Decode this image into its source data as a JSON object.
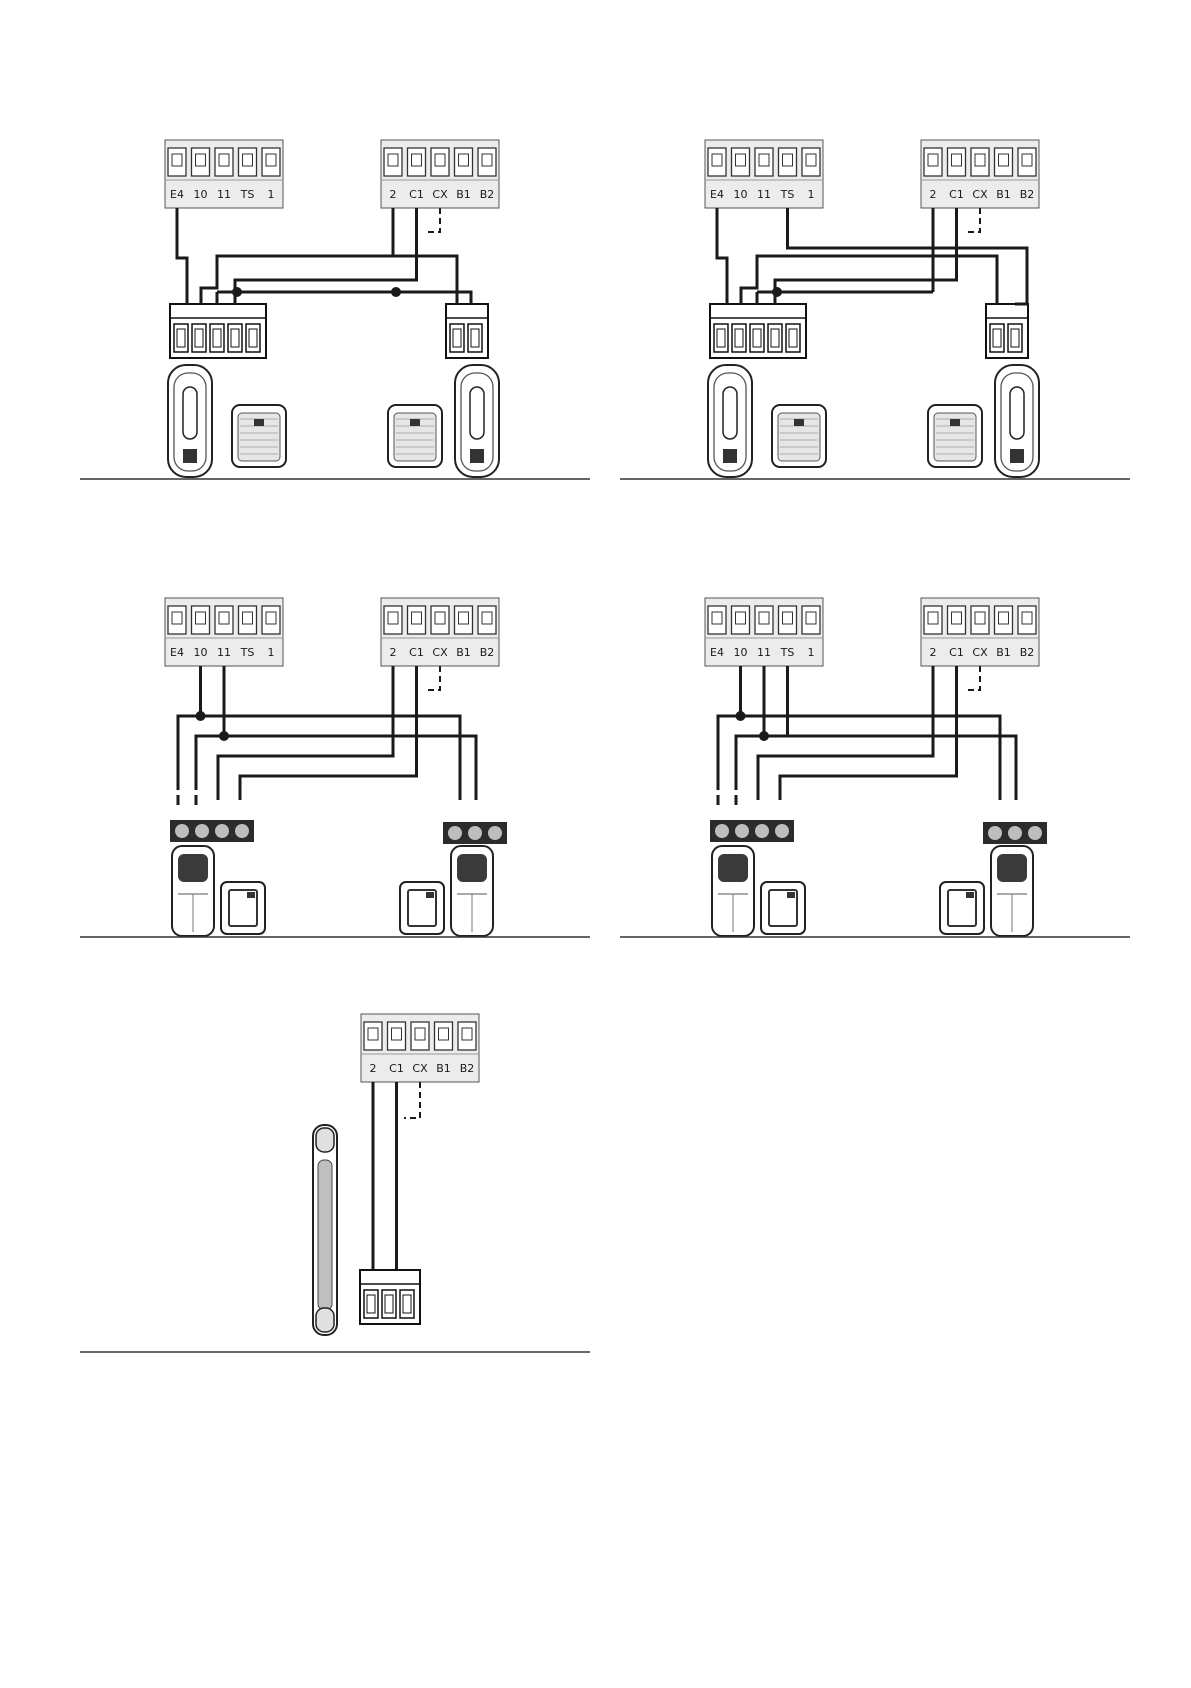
{
  "terminal_labels": {
    "left_block": [
      "E4",
      "10",
      "11",
      "TS",
      "1"
    ],
    "right_block": [
      "2",
      "C1",
      "CX",
      "B1",
      "B2"
    ]
  },
  "diagrams": [
    {
      "id": "d1",
      "type": "photocell-basic"
    },
    {
      "id": "d2",
      "type": "photocell-ts"
    },
    {
      "id": "d3",
      "type": "photocell-round-basic"
    },
    {
      "id": "d4",
      "type": "photocell-round-ts"
    },
    {
      "id": "d5",
      "type": "safety-edge"
    }
  ],
  "colors": {
    "wire": "#1a1a1a",
    "terminal_block_fill": "#ececec",
    "device_outline": "#222222"
  },
  "icons": {
    "terminal_block": "terminal-block-icon",
    "photocell_transmitter": "photocell-transmitter-icon",
    "photocell_receiver": "photocell-receiver-icon",
    "connector": "connector-block-icon",
    "safety_edge": "safety-edge-icon"
  }
}
